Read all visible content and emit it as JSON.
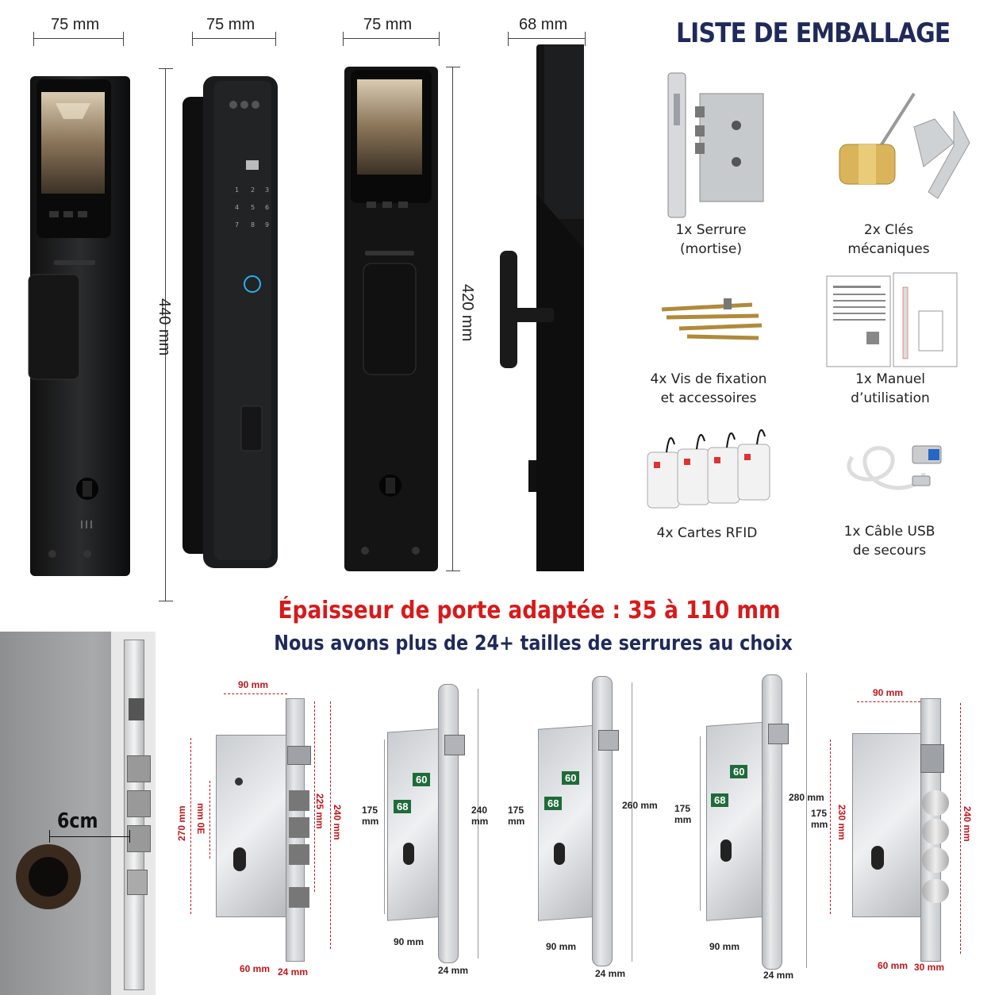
{
  "dimensions": {
    "width_1": "75 mm",
    "width_2": "75 mm",
    "width_3": "75 mm",
    "width_4": "68 mm",
    "height_1": "440 mm",
    "height_2": "420 mm"
  },
  "packing_list": {
    "title": "LISTE DE EMBALLAGE",
    "items": [
      {
        "line1": "1x Serrure",
        "line2": "(mortise)"
      },
      {
        "line1": "2x Clés",
        "line2": "mécaniques"
      },
      {
        "line1": "4x Vis de fixation",
        "line2": "et accessoires"
      },
      {
        "line1": "1x Manuel",
        "line2": "d’utilisation"
      },
      {
        "line1": "4x Cartes RFID",
        "line2": ""
      },
      {
        "line1": "1x Câble USB",
        "line2": "de secours"
      }
    ]
  },
  "headline": {
    "red": "Épaisseur de porte adaptée : 35 à 110 mm",
    "blue": "Nous avons plus de 24+ tailles de serrures au choix"
  },
  "door_photo": {
    "label": "6cm"
  },
  "mortise": {
    "m1": {
      "top": "90 mm",
      "left": "270 mm",
      "mid": "mm 0E",
      "right1": "225 mm",
      "right2": "240 mm",
      "bottom1": "60 mm",
      "bottom2": "24 mm"
    },
    "m2": {
      "left": "175",
      "left_unit": "mm",
      "right": "240",
      "right_unit": "mm",
      "tag1": "60",
      "tag2": "68",
      "bottom1": "90 mm",
      "bottom2": "24 mm"
    },
    "m3": {
      "left": "175",
      "left_unit": "mm",
      "right": "260 mm",
      "tag1": "60",
      "tag2": "68",
      "bottom1": "90 mm",
      "bottom2": "24 mm"
    },
    "m4": {
      "left": "175",
      "left_unit": "mm",
      "right1": "280 mm",
      "right2": "175",
      "right2_unit": "mm",
      "tag1": "60",
      "tag2": "68",
      "bottom1": "90 mm",
      "bottom2": "24 mm"
    },
    "m5": {
      "top": "90 mm",
      "left": "230 mm",
      "right": "240 mm",
      "bottom1": "60 mm",
      "bottom2": "30 mm"
    }
  }
}
